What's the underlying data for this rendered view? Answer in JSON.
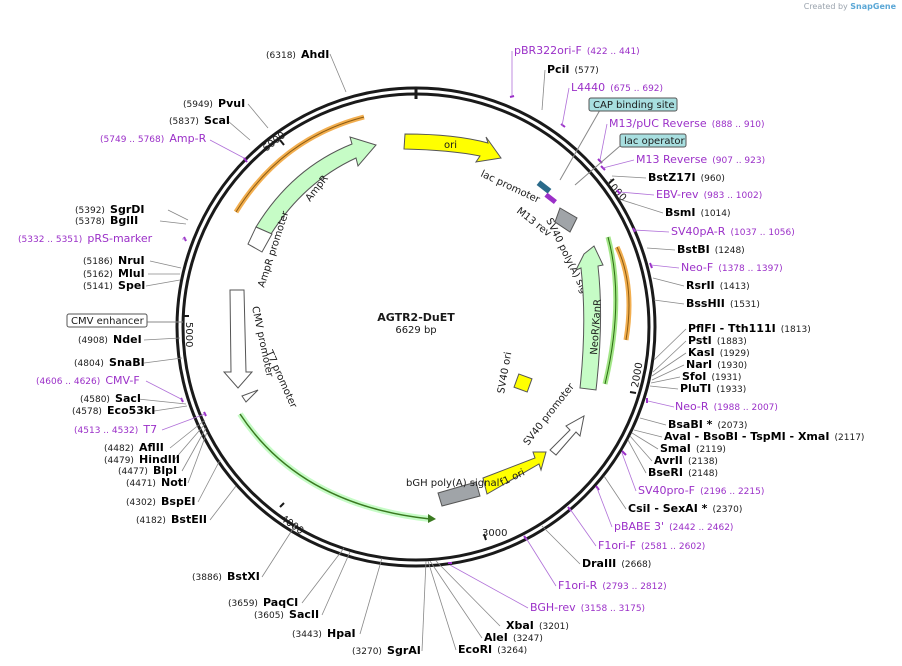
{
  "watermark": {
    "prefix": "Created by",
    "brand": "SnapGene"
  },
  "plasmid": {
    "name": "AGTR2-DuET",
    "length": "6629 bp"
  },
  "ruler": [
    "1000",
    "2000",
    "3000",
    "4000",
    "5000",
    "6000"
  ],
  "features": {
    "ori": "ori",
    "ampr": "AmpR",
    "ampr_promoter": "AmpR promoter",
    "cmv_promoter": "CMV promoter",
    "t7_promoter": "T7 promoter",
    "lac_promoter": "lac promoter",
    "m13_rev": "M13 rev",
    "sv40_polya": "SV40 poly(A) signal",
    "neor": "NeoR/KanR",
    "sv40_ori": "SV40 ori",
    "sv40_promoter": "SV40 promoter",
    "f1_ori": "f1 ori",
    "bgh_polya": "bGH poly(A) signal"
  },
  "boxed_labels": {
    "cap": "CAP binding site",
    "lac_operator": "lac operator",
    "cmv_enhancer": "CMV enhancer"
  },
  "sites": [
    {
      "name": "AhdI",
      "pos": "(6318)",
      "color": "#000000"
    },
    {
      "name": "PvuI",
      "pos": "(5949)",
      "color": "#000000"
    },
    {
      "name": "ScaI",
      "pos": "(5837)",
      "color": "#000000"
    },
    {
      "name": "Amp-R",
      "pos": "(5749 .. 5768)",
      "color": "#9b30c8"
    },
    {
      "name": "SgrDI",
      "pos": "(5392)",
      "color": "#000000"
    },
    {
      "name": "BglII",
      "pos": "(5378)",
      "color": "#000000"
    },
    {
      "name": "pRS-marker",
      "pos": "(5332 .. 5351)",
      "color": "#9b30c8"
    },
    {
      "name": "NruI",
      "pos": "(5186)",
      "color": "#000000"
    },
    {
      "name": "MluI",
      "pos": "(5162)",
      "color": "#000000"
    },
    {
      "name": "SpeI",
      "pos": "(5141)",
      "color": "#000000"
    },
    {
      "name": "NdeI",
      "pos": "(4908)",
      "color": "#000000"
    },
    {
      "name": "SnaBI",
      "pos": "(4804)",
      "color": "#000000"
    },
    {
      "name": "CMV-F",
      "pos": "(4606 .. 4626)",
      "color": "#9b30c8"
    },
    {
      "name": "SacI",
      "pos": "(4580)",
      "color": "#000000"
    },
    {
      "name": "Eco53kI",
      "pos": "(4578)",
      "color": "#000000"
    },
    {
      "name": "T7",
      "pos": "(4513 .. 4532)",
      "color": "#9b30c8"
    },
    {
      "name": "AflII",
      "pos": "(4482)",
      "color": "#000000"
    },
    {
      "name": "HindIII",
      "pos": "(4479)",
      "color": "#000000"
    },
    {
      "name": "BlpI",
      "pos": "(4477)",
      "color": "#000000"
    },
    {
      "name": "NotI",
      "pos": "(4471)",
      "color": "#000000"
    },
    {
      "name": "BspEI",
      "pos": "(4302)",
      "color": "#000000"
    },
    {
      "name": "BstEII",
      "pos": "(4182)",
      "color": "#000000"
    },
    {
      "name": "BstXI",
      "pos": "(3886)",
      "color": "#000000"
    },
    {
      "name": "PaqCI",
      "pos": "(3659)",
      "color": "#000000"
    },
    {
      "name": "SacII",
      "pos": "(3605)",
      "color": "#000000"
    },
    {
      "name": "HpaI",
      "pos": "(3443)",
      "color": "#000000"
    },
    {
      "name": "SgrAI",
      "pos": "(3270)",
      "color": "#000000"
    },
    {
      "name": "EcoRI",
      "pos": "(3264)",
      "color": "#000000"
    },
    {
      "name": "AleI",
      "pos": "(3247)",
      "color": "#000000"
    },
    {
      "name": "XbaI",
      "pos": "(3201)",
      "color": "#000000"
    },
    {
      "name": "BGH-rev",
      "pos": "(3158 .. 3175)",
      "color": "#9b30c8"
    },
    {
      "name": "F1ori-R",
      "pos": "(2793 .. 2812)",
      "color": "#9b30c8"
    },
    {
      "name": "DraIII",
      "pos": "(2668)",
      "color": "#000000"
    },
    {
      "name": "F1ori-F",
      "pos": "(2581 .. 2602)",
      "color": "#9b30c8"
    },
    {
      "name": "pBABE 3'",
      "pos": "(2442 .. 2462)",
      "color": "#9b30c8"
    },
    {
      "name": "CsiI  -  SexAI *",
      "pos": "(2370)",
      "color": "#000000"
    },
    {
      "name": "SV40pro-F",
      "pos": "(2196 .. 2215)",
      "color": "#9b30c8"
    },
    {
      "name": "BseRI",
      "pos": "(2148)",
      "color": "#000000"
    },
    {
      "name": "AvrII",
      "pos": "(2138)",
      "color": "#000000"
    },
    {
      "name": "SmaI",
      "pos": "(2119)",
      "color": "#000000"
    },
    {
      "name": "AvaI  -  BsoBI  -  TspMI  -  XmaI",
      "pos": "(2117)",
      "color": "#000000"
    },
    {
      "name": "BsaBI *",
      "pos": "(2073)",
      "color": "#000000"
    },
    {
      "name": "Neo-R",
      "pos": "(1988 .. 2007)",
      "color": "#9b30c8"
    },
    {
      "name": "PluTI",
      "pos": "(1933)",
      "color": "#000000"
    },
    {
      "name": "SfoI",
      "pos": "(1931)",
      "color": "#000000"
    },
    {
      "name": "NarI",
      "pos": "(1930)",
      "color": "#000000"
    },
    {
      "name": "KasI",
      "pos": "(1929)",
      "color": "#000000"
    },
    {
      "name": "PstI",
      "pos": "(1883)",
      "color": "#000000"
    },
    {
      "name": "PflFI  -  Tth111I",
      "pos": "(1813)",
      "color": "#000000"
    },
    {
      "name": "BssHII",
      "pos": "(1531)",
      "color": "#000000"
    },
    {
      "name": "RsrII",
      "pos": "(1413)",
      "color": "#000000"
    },
    {
      "name": "Neo-F",
      "pos": "(1378 .. 1397)",
      "color": "#9b30c8"
    },
    {
      "name": "BstBI",
      "pos": "(1248)",
      "color": "#000000"
    },
    {
      "name": "SV40pA-R",
      "pos": "(1037 .. 1056)",
      "color": "#9b30c8"
    },
    {
      "name": "BsmI",
      "pos": "(1014)",
      "color": "#000000"
    },
    {
      "name": "EBV-rev",
      "pos": "(983 .. 1002)",
      "color": "#9b30c8"
    },
    {
      "name": "BstZ17I",
      "pos": "(960)",
      "color": "#000000"
    },
    {
      "name": "M13 Reverse",
      "pos": "(907 .. 923)",
      "color": "#9b30c8"
    },
    {
      "name": "M13/pUC Reverse",
      "pos": "(888 .. 910)",
      "color": "#9b30c8"
    },
    {
      "name": "L4440",
      "pos": "(675 .. 692)",
      "color": "#9b30c8"
    },
    {
      "name": "PciI",
      "pos": "(577)",
      "color": "#000000"
    },
    {
      "name": "pBR322ori-F",
      "pos": "(422 .. 441)",
      "color": "#9b30c8"
    }
  ]
}
